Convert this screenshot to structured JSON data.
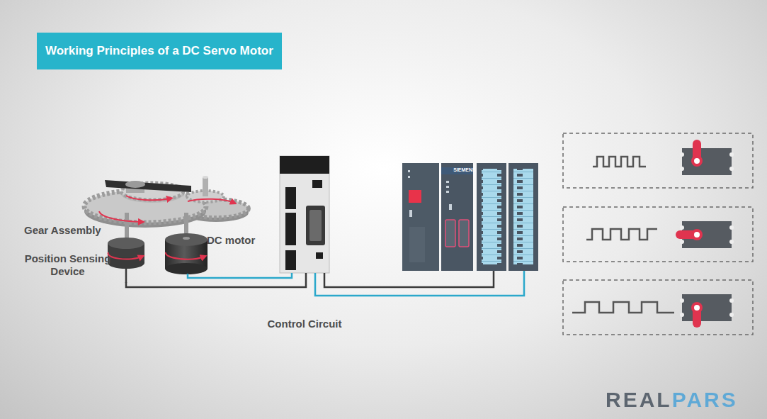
{
  "diagram": {
    "title": "Working Principles of a DC Servo Motor",
    "nodes": [
      {
        "text": [
          "Position Sensing Device"
        ]
      },
      {
        "text": [
          "DC motor"
        ]
      },
      {
        "text": [
          "Control Circuit"
        ]
      },
      {
        "text": [
          "SIEMENS"
        ]
      }
    ],
    "edges": [
      {
        "from": 0,
        "to": 2,
        "arrow": "none"
      },
      {
        "from": 1,
        "to": 2,
        "arrow": "none"
      },
      {
        "from": 2,
        "to": 3,
        "arrow": "none"
      },
      {
        "from": 2,
        "to": 3,
        "arrow": "none"
      }
    ],
    "labels": [
      "Gear Assembly",
      "REALPARS"
    ]
  }
}
